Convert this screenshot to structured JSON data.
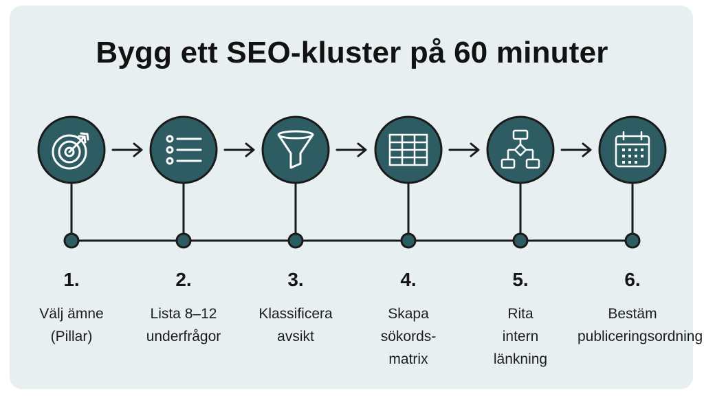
{
  "title": "Bygg ett SEO-kluster på 60 minuter",
  "colors": {
    "background": "#e8eff1",
    "circle_fill": "#2d5d63",
    "outline": "#1a1a1a",
    "icon": "#ffffff"
  },
  "steps": [
    {
      "number": "1.",
      "label": "Välj ämne\n(Pillar)",
      "icon": "target-icon"
    },
    {
      "number": "2.",
      "label": "Lista 8–12\nunderfrågor",
      "icon": "list-icon"
    },
    {
      "number": "3.",
      "label": "Klassificera\navsikt",
      "icon": "funnel-icon"
    },
    {
      "number": "4.",
      "label": "Skapa\nsökords-\nmatrix",
      "icon": "table-icon"
    },
    {
      "number": "5.",
      "label": "Rita\nintern\nlänkning",
      "icon": "flowchart-icon"
    },
    {
      "number": "6.",
      "label": "Bestäm\npubliceringsordning",
      "icon": "calendar-icon"
    }
  ]
}
